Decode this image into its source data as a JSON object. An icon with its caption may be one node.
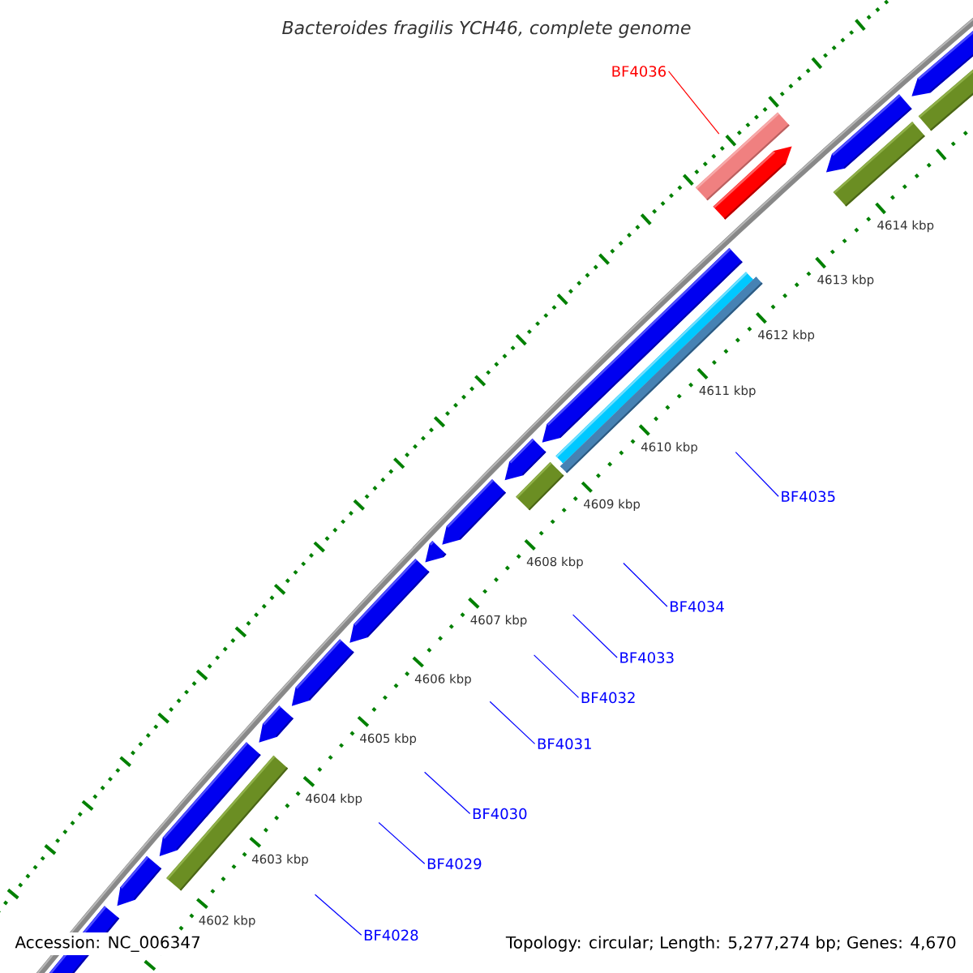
{
  "diagram": {
    "title": "Bacteroides fragilis YCH46, complete genome",
    "nodes": [
      {
        "text": [
          "BF4036"
        ]
      },
      {
        "text": [
          "BF4035"
        ]
      },
      {
        "text": [
          "BF4034"
        ]
      },
      {
        "text": [
          "BF4033"
        ]
      },
      {
        "text": [
          "BF4032"
        ]
      },
      {
        "text": [
          "BF4031"
        ]
      },
      {
        "text": [
          "BF4030"
        ]
      },
      {
        "text": [
          "BF4029"
        ]
      },
      {
        "text": [
          "BF4028"
        ]
      }
    ],
    "edges": [
      {
        "from": 0,
        "to": null,
        "arrow": "none",
        "color": "#ff0000"
      },
      {
        "from": 1,
        "to": null,
        "arrow": "none"
      },
      {
        "from": 2,
        "to": null,
        "arrow": "none"
      },
      {
        "from": 3,
        "to": null,
        "arrow": "none"
      },
      {
        "from": 4,
        "to": null,
        "arrow": "none"
      },
      {
        "from": 5,
        "to": null,
        "arrow": "none"
      },
      {
        "from": 6,
        "to": null,
        "arrow": "none"
      },
      {
        "from": 7,
        "to": null,
        "arrow": "none"
      },
      {
        "from": 8,
        "to": null,
        "arrow": "none"
      }
    ],
    "labels": [
      "4614 kbp",
      "4613 kbp",
      "4612 kbp",
      "4611 kbp",
      "4610 kbp",
      "4609 kbp",
      "4608 kbp",
      "4607 kbp",
      "4606 kbp",
      "4605 kbp",
      "4604 kbp",
      "4603 kbp",
      "4602 kbp",
      "Accession: NC_006347",
      "Topology: circular; Length: 5,277,274 bp; Genes: 4,670"
    ]
  }
}
